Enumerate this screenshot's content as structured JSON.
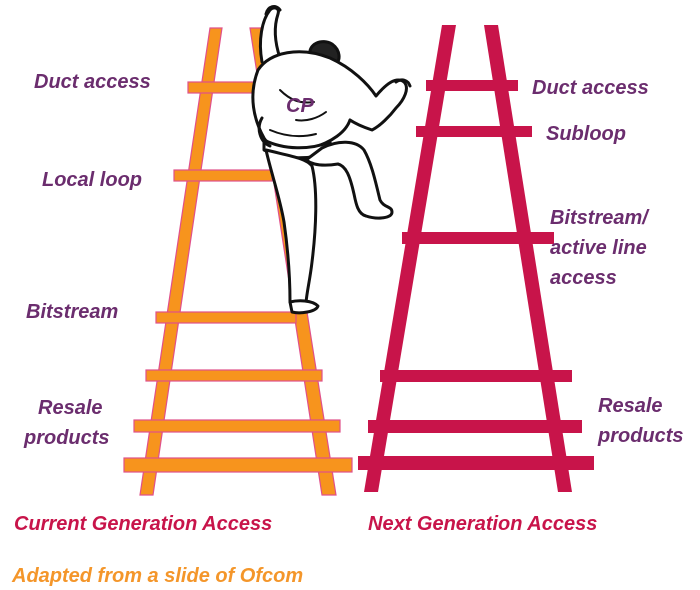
{
  "colors": {
    "left_ladder": "#f7941d",
    "left_ladder_outline": "#e0508a",
    "right_ladder": "#c8144a",
    "label": "#6b2d6e",
    "left_title": "#c8144a",
    "right_title": "#c8144a",
    "source": "#f4962a"
  },
  "left_ladder": {
    "rungs": [
      {
        "label": "Duct access"
      },
      {
        "label": "Local loop"
      },
      {
        "label": "Bitstream"
      },
      {
        "label": ""
      },
      {
        "label_line1": "Resale",
        "label_line2": "products"
      },
      {
        "label": ""
      }
    ],
    "caption": "Current Generation Access"
  },
  "right_ladder": {
    "rungs": [
      {
        "label": "Duct access"
      },
      {
        "label": "Subloop"
      },
      {
        "label_line1": "Bitstream/",
        "label_line2": "active line",
        "label_line3": "access"
      },
      {
        "label": ""
      },
      {
        "label_line1": "Resale",
        "label_line2": "products"
      },
      {
        "label": ""
      }
    ],
    "caption": "Next Generation Access"
  },
  "climber": {
    "label": "CP",
    "icon": "climbing-person-icon"
  },
  "source_note": "Adapted from a slide of Ofcom"
}
